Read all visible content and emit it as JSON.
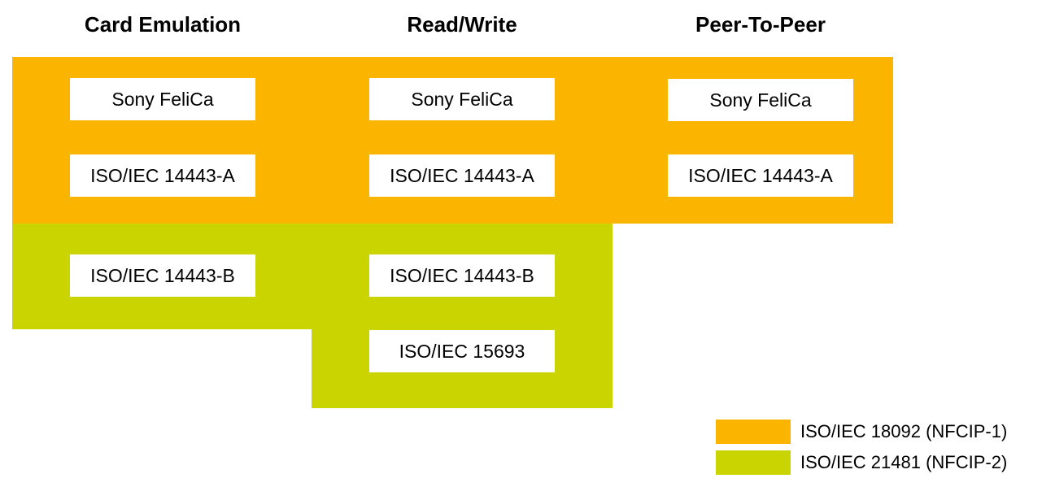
{
  "columns": [
    "Card Emulation",
    "Read/Write",
    "Peer-To-Peer"
  ],
  "colors": {
    "nfcip1": "#fbb400",
    "nfcip2": "#c9d400",
    "box": "#ffffff"
  },
  "boxes": {
    "card_emulation": [
      "Sony FeliCa",
      "ISO/IEC 14443-A",
      "ISO/IEC 14443-B"
    ],
    "read_write": [
      "Sony FeliCa",
      "ISO/IEC 14443-A",
      "ISO/IEC 14443-B",
      "ISO/IEC 15693"
    ],
    "peer_to_peer": [
      "Sony FeliCa",
      "ISO/IEC 14443-A"
    ]
  },
  "legend": [
    {
      "label": "ISO/IEC 18092 (NFCIP-1)",
      "color": "#fbb400"
    },
    {
      "label": "ISO/IEC 21481 (NFCIP-2)",
      "color": "#c9d400"
    }
  ]
}
